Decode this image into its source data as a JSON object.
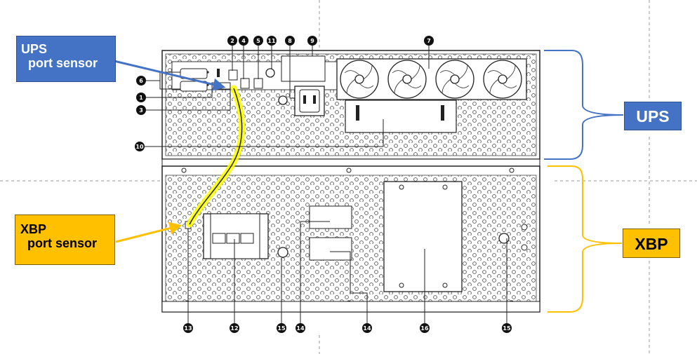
{
  "labels": {
    "ups_port_sensor": [
      "UPS",
      "port sensor"
    ],
    "xbp_port_sensor": [
      "XBP",
      "port sensor"
    ],
    "ups": "UPS",
    "xbp": "XBP"
  },
  "callout_numbers": {
    "n1": "1",
    "n2": "2",
    "n3": "3",
    "n4": "4",
    "n5": "5",
    "n6": "6",
    "n7": "7",
    "n8": "8",
    "n9": "9",
    "n10": "10",
    "n11": "11",
    "n12": "12",
    "n13": "13",
    "n14a": "14",
    "n14b": "14",
    "n15a": "15",
    "n15b": "15",
    "n16": "16"
  },
  "colors": {
    "ups_blue": "#4472c4",
    "xbp_yellow": "#ffc000",
    "sensor_cable": "#ffff00"
  }
}
